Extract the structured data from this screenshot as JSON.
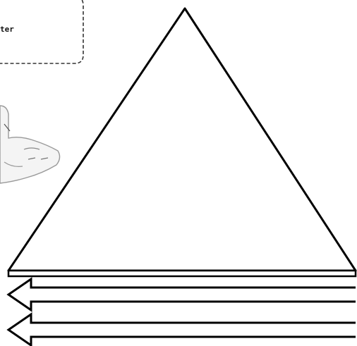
{
  "note_box": {
    "text": "ter"
  },
  "colors": {
    "background": "#ffffff",
    "stroke": "#000000",
    "dashed_border": "#333333",
    "hand_fill": "#f4f4f4",
    "hand_stroke": "#9a9a9a"
  },
  "icons": {
    "hand": "pointing-hand-icon",
    "triangle": "triangle-shape",
    "arrows": "left-arrow-icon"
  },
  "shapes": {
    "triangle_count": 1,
    "arrow_count": 2
  }
}
